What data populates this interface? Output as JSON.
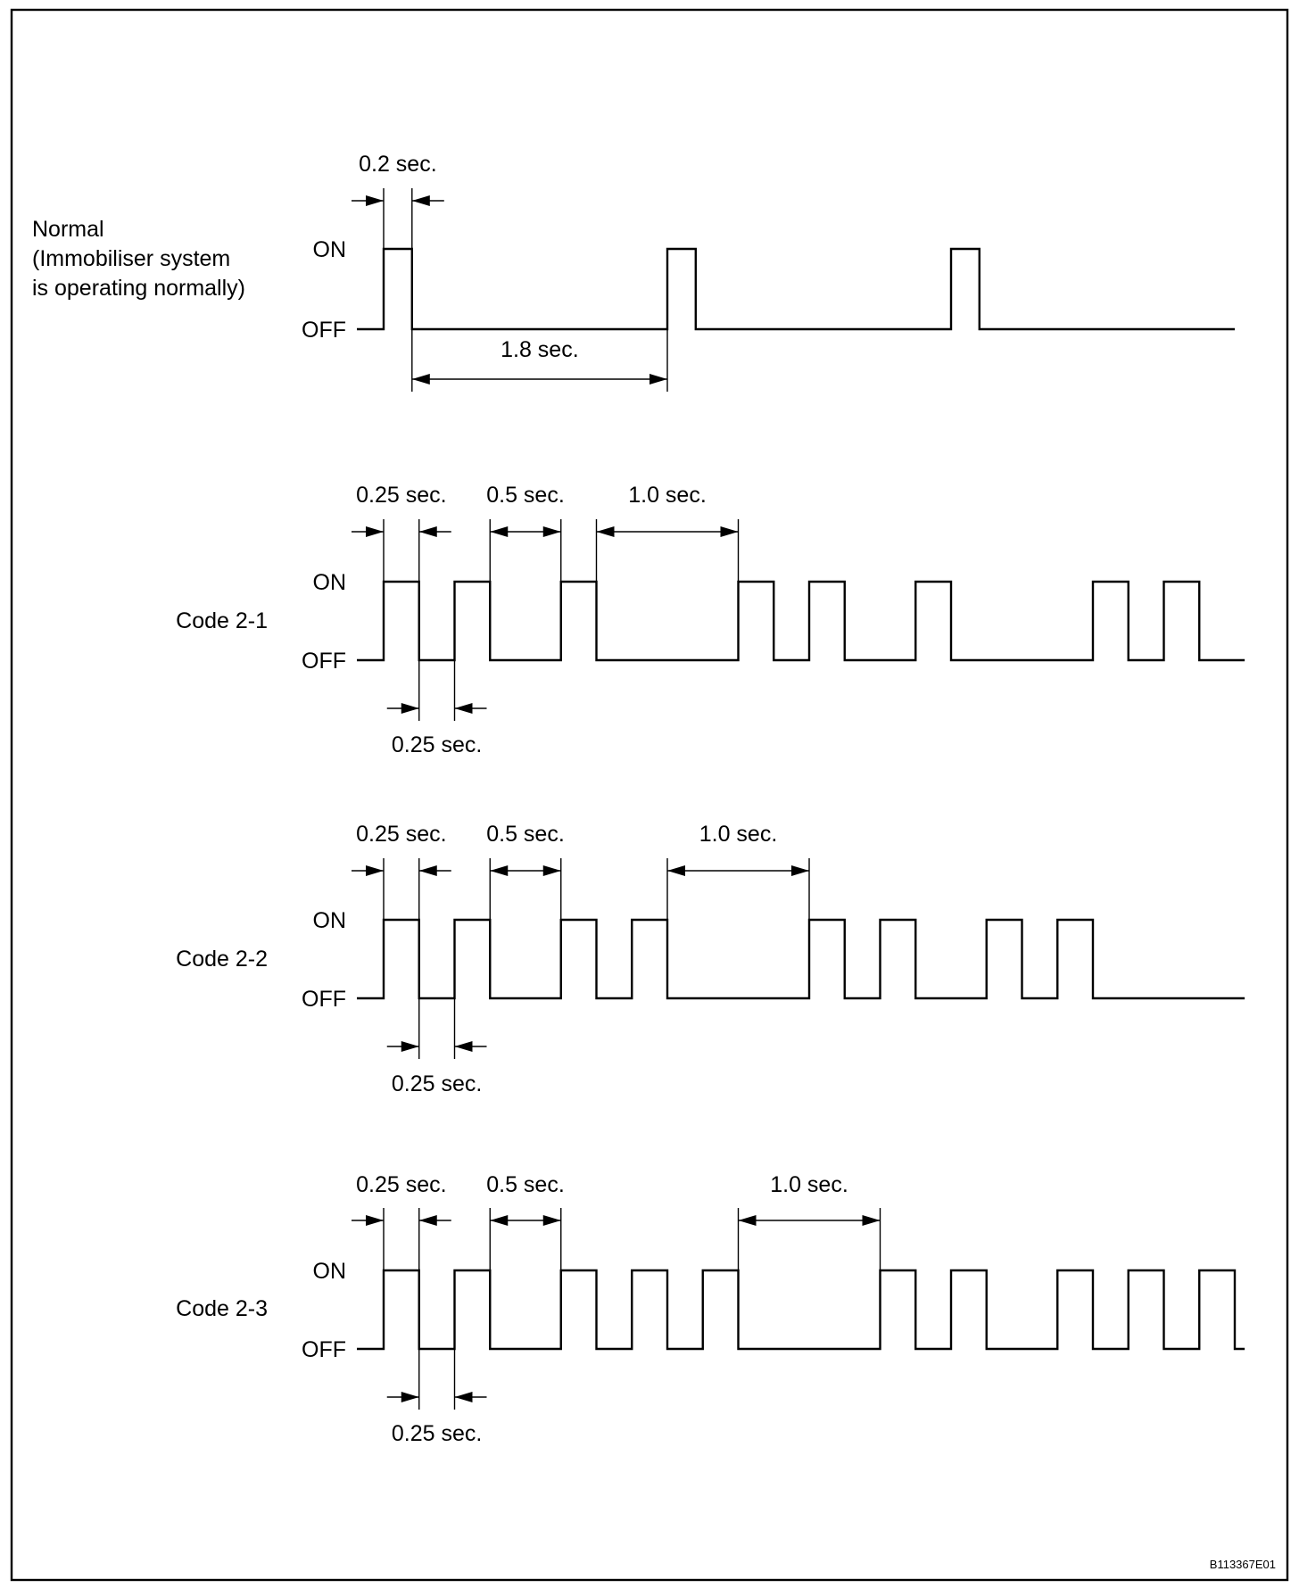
{
  "figure_id": "B113367E01",
  "level_labels": {
    "on": "ON",
    "off": "OFF"
  },
  "time_unit": "sec.",
  "diagrams": [
    {
      "id": "normal",
      "label_lines": [
        "Normal",
        "(Immobiliser system",
        "is operating normally)"
      ],
      "segments": [
        {
          "level": 1,
          "dur": 0.2
        },
        {
          "level": 0,
          "dur": 1.8
        },
        {
          "level": 1,
          "dur": 0.2
        },
        {
          "level": 0,
          "dur": 1.8
        },
        {
          "level": 1,
          "dur": 0.2
        },
        {
          "level": 0,
          "dur": 1.8
        }
      ],
      "dimensions": [
        {
          "label": "0.2 sec.",
          "start": 0,
          "end": 0.2,
          "style": "outside",
          "side": "top"
        },
        {
          "label": "1.8 sec.",
          "start": 0.2,
          "end": 2.0,
          "style": "inside",
          "side": "bottom"
        }
      ]
    },
    {
      "id": "code-2-1",
      "label_lines": [
        "Code 2-1"
      ],
      "segments": [
        {
          "level": 1,
          "dur": 0.25
        },
        {
          "level": 0,
          "dur": 0.25
        },
        {
          "level": 1,
          "dur": 0.25
        },
        {
          "level": 0,
          "dur": 0.5
        },
        {
          "level": 1,
          "dur": 0.25
        },
        {
          "level": 0,
          "dur": 1.0
        },
        {
          "level": 1,
          "dur": 0.25
        },
        {
          "level": 0,
          "dur": 0.25
        },
        {
          "level": 1,
          "dur": 0.25
        },
        {
          "level": 0,
          "dur": 0.5
        },
        {
          "level": 1,
          "dur": 0.25
        },
        {
          "level": 0,
          "dur": 1.0
        },
        {
          "level": 1,
          "dur": 0.25
        },
        {
          "level": 0,
          "dur": 0.25
        },
        {
          "level": 1,
          "dur": 0.25
        },
        {
          "level": 0,
          "dur": 0.32
        }
      ],
      "dimensions": [
        {
          "label": "0.25 sec.",
          "start": 0,
          "end": 0.25,
          "style": "outside",
          "side": "top"
        },
        {
          "label": "0.5 sec.",
          "start": 0.75,
          "end": 1.25,
          "style": "inside",
          "side": "top"
        },
        {
          "label": "1.0 sec.",
          "start": 1.5,
          "end": 2.5,
          "style": "inside",
          "side": "top"
        },
        {
          "label": "0.25 sec.",
          "start": 0.25,
          "end": 0.5,
          "style": "outside",
          "side": "bottom"
        }
      ]
    },
    {
      "id": "code-2-2",
      "label_lines": [
        "Code 2-2"
      ],
      "segments": [
        {
          "level": 1,
          "dur": 0.25
        },
        {
          "level": 0,
          "dur": 0.25
        },
        {
          "level": 1,
          "dur": 0.25
        },
        {
          "level": 0,
          "dur": 0.5
        },
        {
          "level": 1,
          "dur": 0.25
        },
        {
          "level": 0,
          "dur": 0.25
        },
        {
          "level": 1,
          "dur": 0.25
        },
        {
          "level": 0,
          "dur": 1.0
        },
        {
          "level": 1,
          "dur": 0.25
        },
        {
          "level": 0,
          "dur": 0.25
        },
        {
          "level": 1,
          "dur": 0.25
        },
        {
          "level": 0,
          "dur": 0.5
        },
        {
          "level": 1,
          "dur": 0.25
        },
        {
          "level": 0,
          "dur": 0.25
        },
        {
          "level": 1,
          "dur": 0.25
        },
        {
          "level": 0,
          "dur": 1.07
        }
      ],
      "dimensions": [
        {
          "label": "0.25 sec.",
          "start": 0,
          "end": 0.25,
          "style": "outside",
          "side": "top"
        },
        {
          "label": "0.5 sec.",
          "start": 0.75,
          "end": 1.25,
          "style": "inside",
          "side": "top"
        },
        {
          "label": "1.0 sec.",
          "start": 2.0,
          "end": 3.0,
          "style": "inside",
          "side": "top"
        },
        {
          "label": "0.25 sec.",
          "start": 0.25,
          "end": 0.5,
          "style": "outside",
          "side": "bottom"
        }
      ]
    },
    {
      "id": "code-2-3",
      "label_lines": [
        "Code 2-3"
      ],
      "segments": [
        {
          "level": 1,
          "dur": 0.25
        },
        {
          "level": 0,
          "dur": 0.25
        },
        {
          "level": 1,
          "dur": 0.25
        },
        {
          "level": 0,
          "dur": 0.5
        },
        {
          "level": 1,
          "dur": 0.25
        },
        {
          "level": 0,
          "dur": 0.25
        },
        {
          "level": 1,
          "dur": 0.25
        },
        {
          "level": 0,
          "dur": 0.25
        },
        {
          "level": 1,
          "dur": 0.25
        },
        {
          "level": 0,
          "dur": 1.0
        },
        {
          "level": 1,
          "dur": 0.25
        },
        {
          "level": 0,
          "dur": 0.25
        },
        {
          "level": 1,
          "dur": 0.25
        },
        {
          "level": 0,
          "dur": 0.5
        },
        {
          "level": 1,
          "dur": 0.25
        },
        {
          "level": 0,
          "dur": 0.25
        },
        {
          "level": 1,
          "dur": 0.25
        },
        {
          "level": 0,
          "dur": 0.25
        },
        {
          "level": 1,
          "dur": 0.25
        },
        {
          "level": 0,
          "dur": 0.07
        }
      ],
      "dimensions": [
        {
          "label": "0.25 sec.",
          "start": 0,
          "end": 0.25,
          "style": "outside",
          "side": "top"
        },
        {
          "label": "0.5 sec.",
          "start": 0.75,
          "end": 1.25,
          "style": "inside",
          "side": "top"
        },
        {
          "label": "1.0 sec.",
          "start": 2.5,
          "end": 3.5,
          "style": "inside",
          "side": "top"
        },
        {
          "label": "0.25 sec.",
          "start": 0.25,
          "end": 0.5,
          "style": "outside",
          "side": "bottom"
        }
      ]
    }
  ]
}
